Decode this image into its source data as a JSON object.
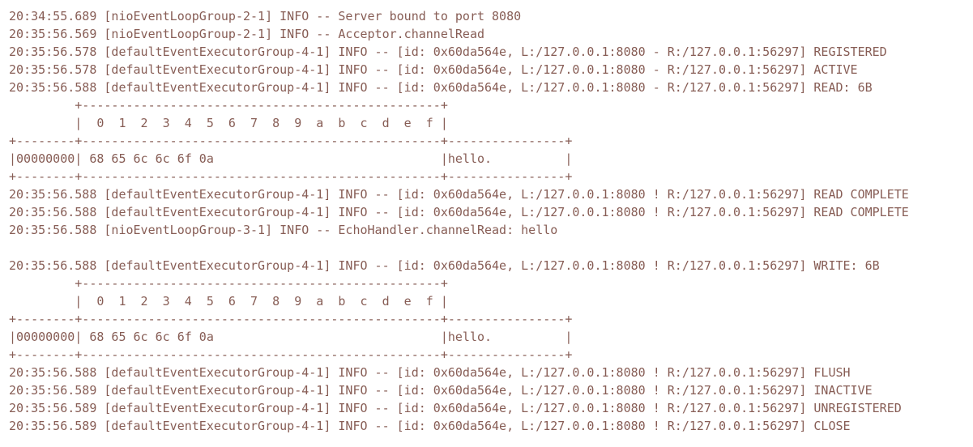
{
  "terminal": {
    "colors": {
      "background": "#ffffff",
      "text": "#875d55"
    },
    "lines": [
      "20:34:55.689 [nioEventLoopGroup-2-1] INFO -- Server bound to port 8080",
      "20:35:56.569 [nioEventLoopGroup-2-1] INFO -- Acceptor.channelRead",
      "20:35:56.578 [defaultEventExecutorGroup-4-1] INFO -- [id: 0x60da564e, L:/127.0.0.1:8080 - R:/127.0.0.1:56297] REGISTERED",
      "20:35:56.578 [defaultEventExecutorGroup-4-1] INFO -- [id: 0x60da564e, L:/127.0.0.1:8080 - R:/127.0.0.1:56297] ACTIVE",
      "20:35:56.588 [defaultEventExecutorGroup-4-1] INFO -- [id: 0x60da564e, L:/127.0.0.1:8080 - R:/127.0.0.1:56297] READ: 6B",
      "         +-------------------------------------------------+",
      "         |  0  1  2  3  4  5  6  7  8  9  a  b  c  d  e  f |",
      "+--------+-------------------------------------------------+----------------+",
      "|00000000| 68 65 6c 6c 6f 0a                               |hello.          |",
      "+--------+-------------------------------------------------+----------------+",
      "20:35:56.588 [defaultEventExecutorGroup-4-1] INFO -- [id: 0x60da564e, L:/127.0.0.1:8080 ! R:/127.0.0.1:56297] READ COMPLETE",
      "20:35:56.588 [defaultEventExecutorGroup-4-1] INFO -- [id: 0x60da564e, L:/127.0.0.1:8080 ! R:/127.0.0.1:56297] READ COMPLETE",
      "20:35:56.588 [nioEventLoopGroup-3-1] INFO -- EchoHandler.channelRead: hello",
      "",
      "20:35:56.588 [defaultEventExecutorGroup-4-1] INFO -- [id: 0x60da564e, L:/127.0.0.1:8080 ! R:/127.0.0.1:56297] WRITE: 6B",
      "         +-------------------------------------------------+",
      "         |  0  1  2  3  4  5  6  7  8  9  a  b  c  d  e  f |",
      "+--------+-------------------------------------------------+----------------+",
      "|00000000| 68 65 6c 6c 6f 0a                               |hello.          |",
      "+--------+-------------------------------------------------+----------------+",
      "20:35:56.588 [defaultEventExecutorGroup-4-1] INFO -- [id: 0x60da564e, L:/127.0.0.1:8080 ! R:/127.0.0.1:56297] FLUSH",
      "20:35:56.589 [defaultEventExecutorGroup-4-1] INFO -- [id: 0x60da564e, L:/127.0.0.1:8080 ! R:/127.0.0.1:56297] INACTIVE",
      "20:35:56.589 [defaultEventExecutorGroup-4-1] INFO -- [id: 0x60da564e, L:/127.0.0.1:8080 ! R:/127.0.0.1:56297] UNREGISTERED",
      "20:35:56.589 [defaultEventExecutorGroup-4-1] INFO -- [id: 0x60da564e, L:/127.0.0.1:8080 ! R:/127.0.0.1:56297] CLOSE"
    ]
  }
}
